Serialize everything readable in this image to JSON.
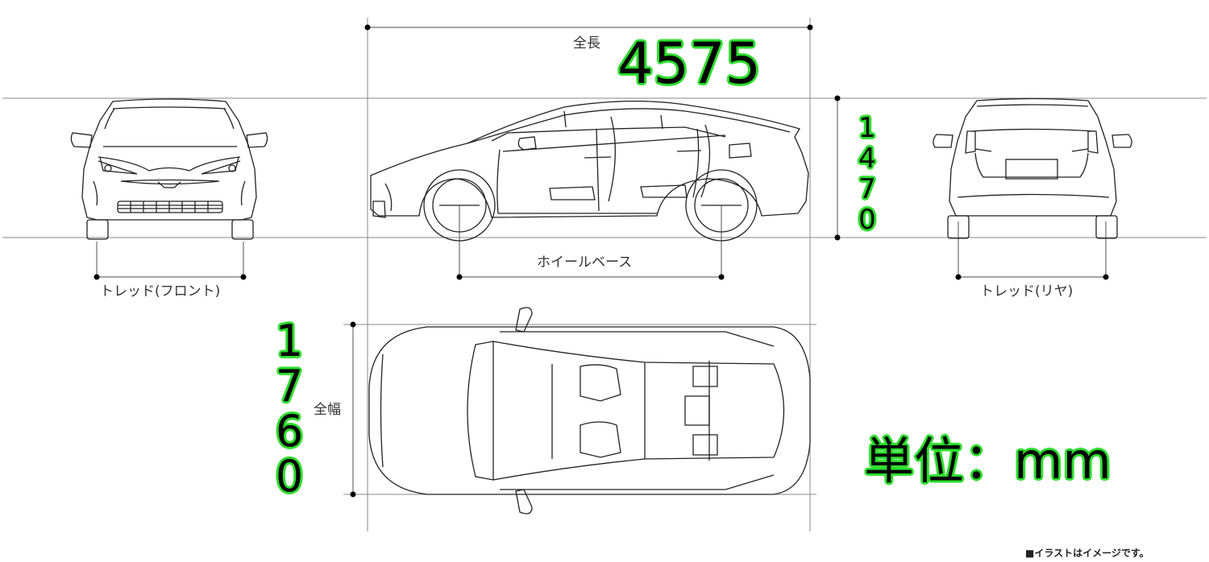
{
  "dimensions": {
    "overall_length": {
      "label": "全長",
      "value": "4575"
    },
    "overall_height": {
      "value": "1470"
    },
    "overall_width": {
      "label": "全幅",
      "value": "1760"
    },
    "wheelbase": {
      "label": "ホイールベース"
    },
    "tread_front": {
      "label": "トレッド(フロント)"
    },
    "tread_rear": {
      "label": "トレッド(リヤ)"
    }
  },
  "unit": {
    "label": "単位：mm"
  },
  "footnote": {
    "text": "■イラストはイメージです。"
  },
  "views": [
    "front-view",
    "side-view",
    "rear-view",
    "top-view"
  ],
  "colors": {
    "highlight": "#2bdc2b",
    "line": "#888888",
    "drawing": "#222222",
    "background": "#ffffff"
  }
}
